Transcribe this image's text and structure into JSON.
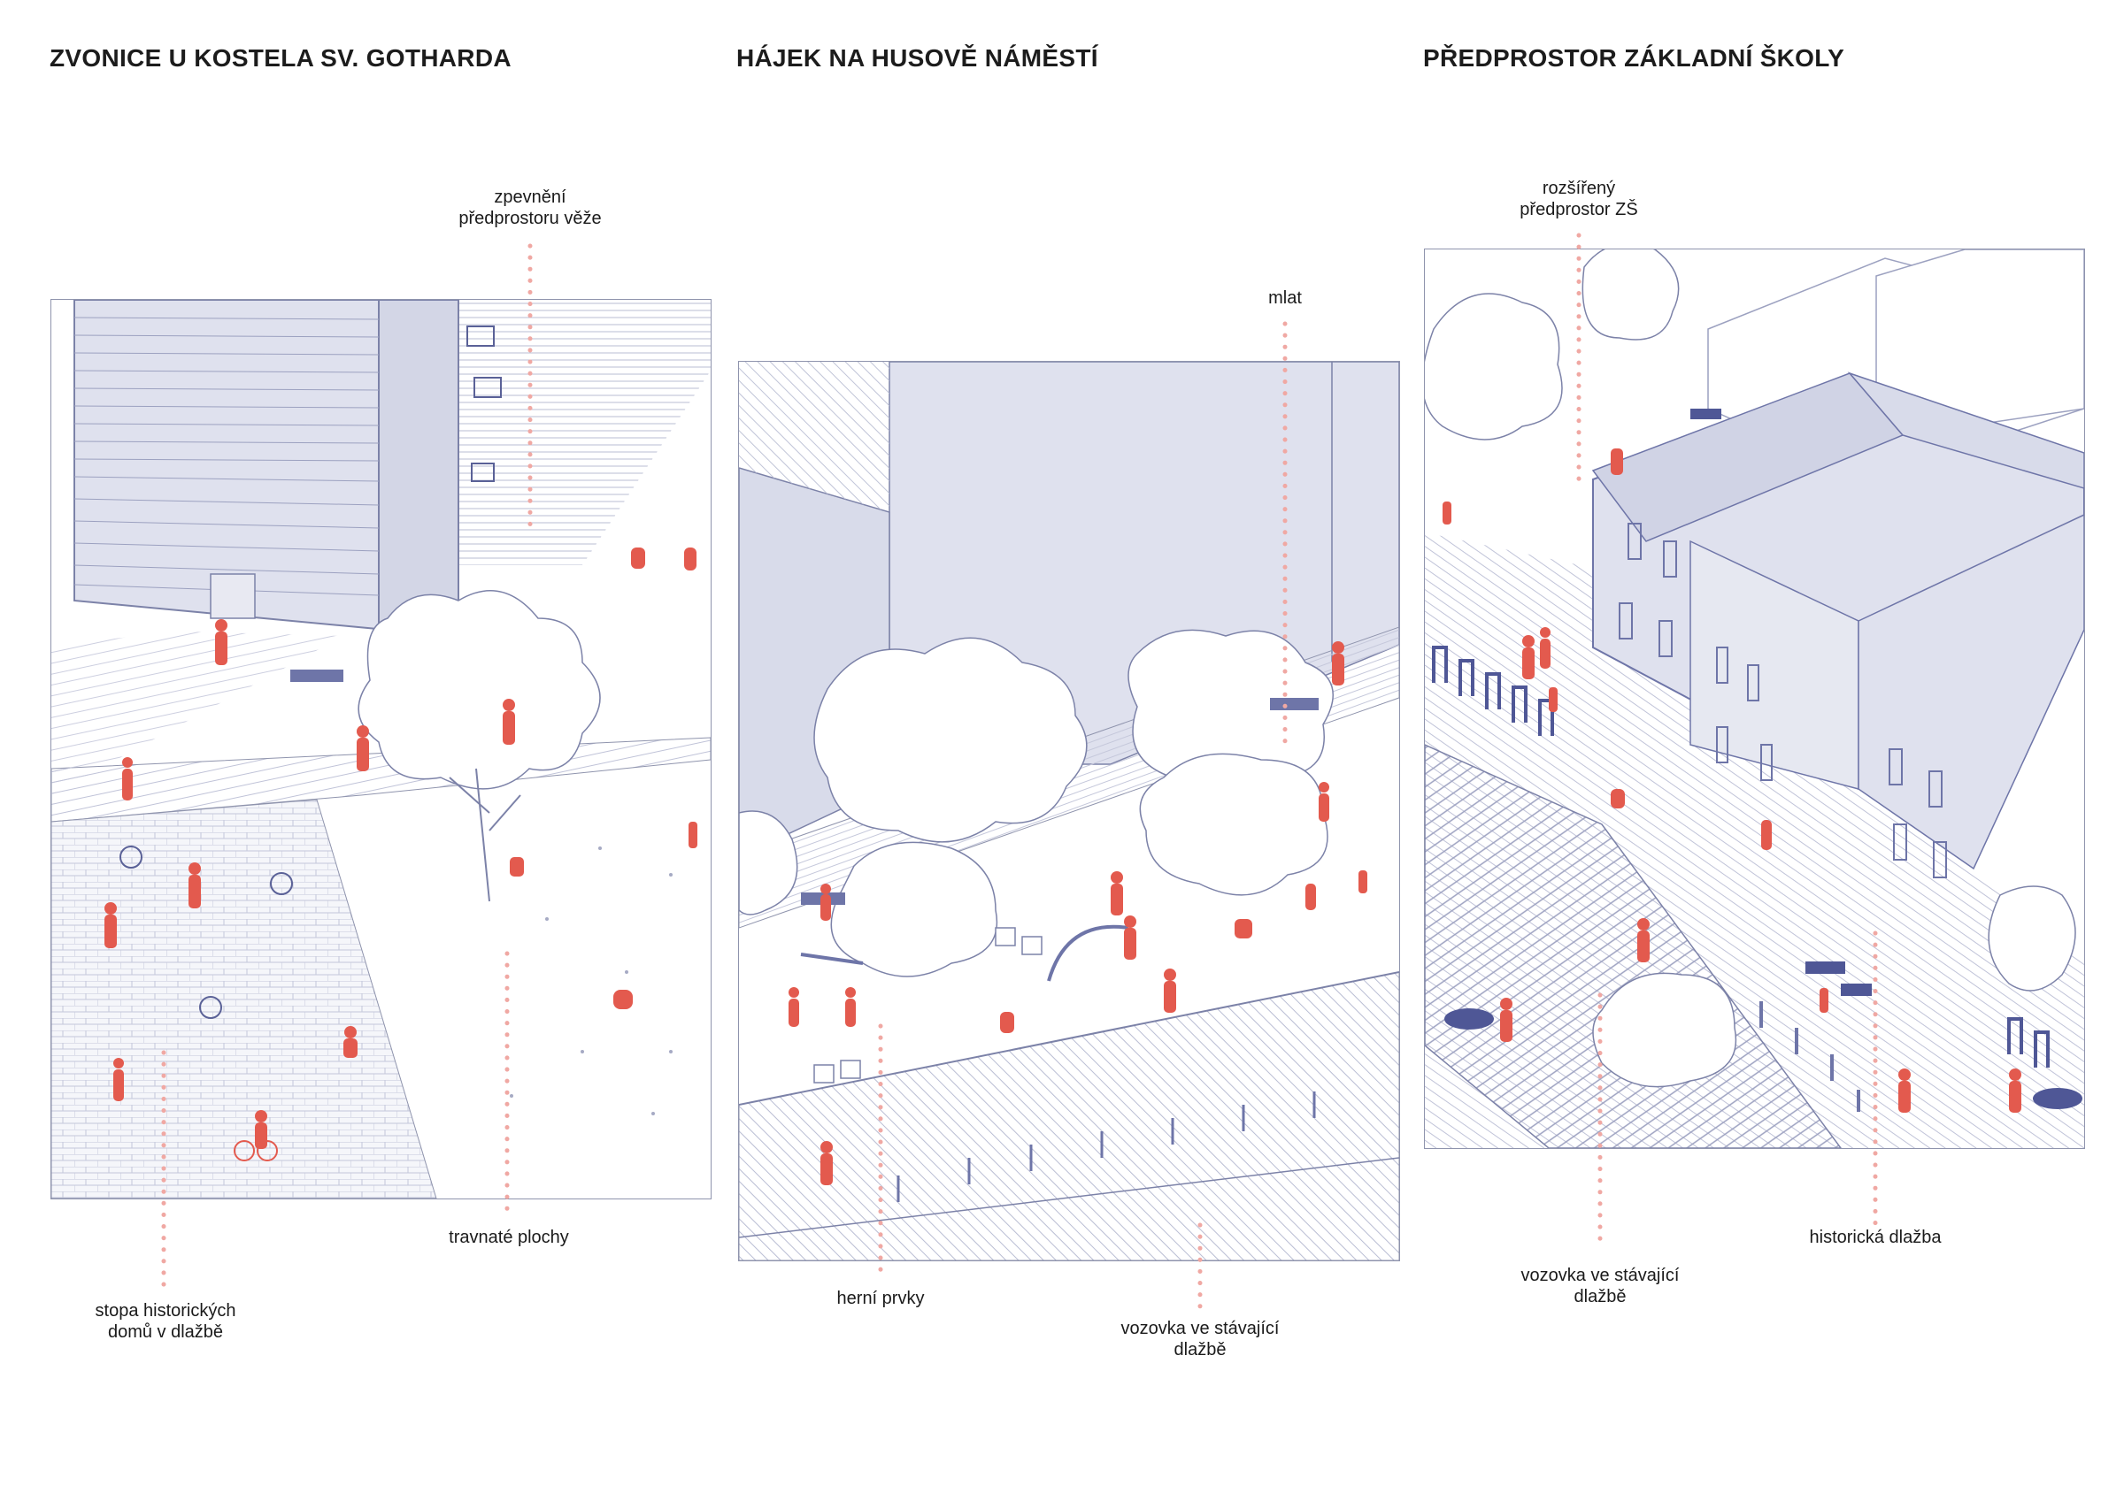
{
  "panels": [
    {
      "title": "ZVONICE U KOSTELA SV. GOTHARDA",
      "labels": [
        {
          "lines": [
            "zpevnění",
            "předprostoru věže"
          ]
        },
        {
          "lines": [
            "travnaté plochy"
          ]
        },
        {
          "lines": [
            "stopa historických",
            "domů v dlažbě"
          ]
        }
      ]
    },
    {
      "title": "HÁJEK NA HUSOVĚ NÁMĚSTÍ",
      "labels": [
        {
          "lines": [
            "mlat"
          ]
        },
        {
          "lines": [
            "herní prvky"
          ]
        },
        {
          "lines": [
            "vozovka ve stávající",
            "dlažbě"
          ]
        }
      ]
    },
    {
      "title": "PŘEDPROSTOR ZÁKLADNÍ ŠKOLY",
      "labels": [
        {
          "lines": [
            "rozšířený",
            "předprostor ZŠ"
          ]
        },
        {
          "lines": [
            "vozovka ve stávající",
            "dlažbě"
          ]
        },
        {
          "lines": [
            "historická dlažba"
          ]
        }
      ]
    }
  ],
  "colors": {
    "building": "#dfe1ee",
    "outline": "#7c82a8",
    "people": "#e35a4e",
    "leader": "#f0a8a3",
    "paving": "#b9bdd3"
  }
}
